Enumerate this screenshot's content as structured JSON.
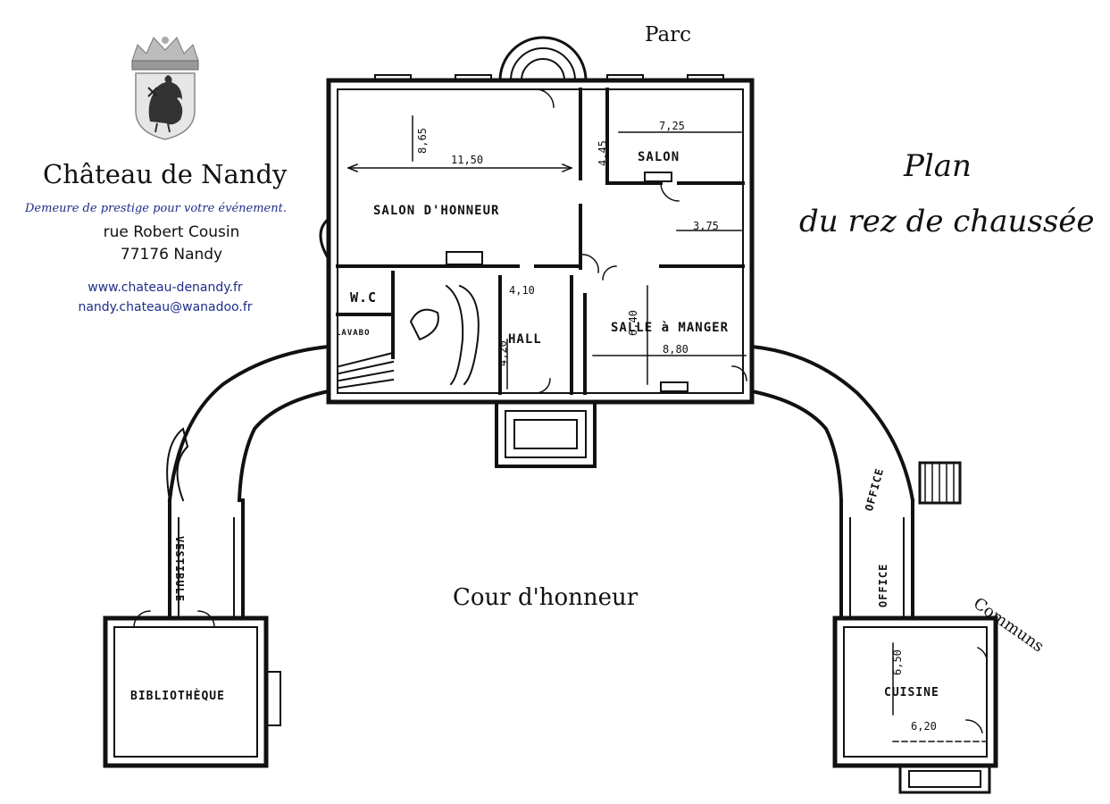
{
  "header": {
    "title": "Château de Nandy",
    "tagline": "Demeure de prestige pour votre événement.",
    "street": "rue Robert Cousin",
    "city": "77176 Nandy",
    "website": "www.chateau-denandy.fr",
    "email": "nandy.chateau@wanadoo.fr"
  },
  "plan_title": {
    "line1": "Plan",
    "line2": "du rez de chaussée"
  },
  "places": {
    "park": "Parc",
    "court": "Cour d'honneur",
    "outbuildings": "Communs"
  },
  "rooms": {
    "salon_honneur": "SALON D'HONNEUR",
    "salon": "SALON",
    "wc": "W.C",
    "lavabo": "LAVABO",
    "hall": "HALL",
    "salle_manger": "SALLE à MANGER",
    "vestibule": "VESTIBULE",
    "bibliotheque": "BIBLIOTHÈQUE",
    "office_1": "OFFICE",
    "office_2": "OFFICE",
    "cuisine": "CUISINE"
  },
  "dimensions": {
    "salon_honneur_length": "11,50",
    "salon_honneur_width": "8,65",
    "salon_length": "7,25",
    "salon_width": "4,45",
    "salon_depth": "3,75",
    "hall_width": "4,10",
    "hall_depth": "4,20",
    "salle_manger_width": "6,40",
    "salle_manger_length": "8,80",
    "cuisine_width": "6,50",
    "cuisine_length": "6,20"
  },
  "colors": {
    "ink": "#111111",
    "accent_blue": "#1d2e8a",
    "crest_grey": "#9a9a9a"
  }
}
